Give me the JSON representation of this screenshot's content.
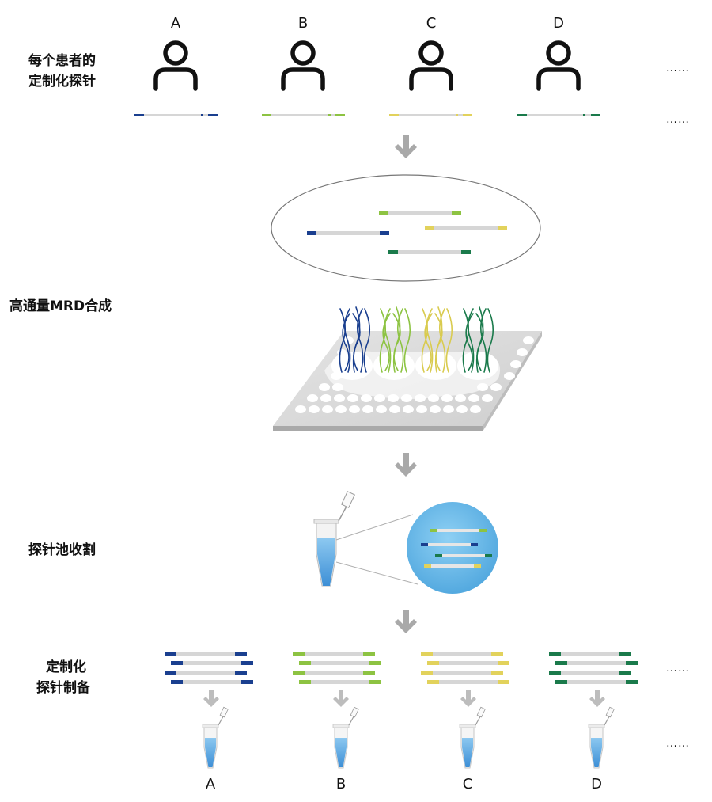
{
  "stages": {
    "patient_probes": [
      "每个患者的",
      "定制化探针"
    ],
    "synthesis": "高通量MRD合成",
    "harvest": "探针池收割",
    "prep": [
      "定制化",
      "探针制备"
    ]
  },
  "patients": [
    {
      "label": "A",
      "color": "#1a3f8f"
    },
    {
      "label": "B",
      "color": "#8dc342"
    },
    {
      "label": "C",
      "color": "#e2d25c"
    },
    {
      "label": "D",
      "color": "#1a7a4b"
    }
  ],
  "ellipsis": "……",
  "icons": [
    "person-icon",
    "arrow-down-icon",
    "microarray-plate-icon",
    "microtube-icon",
    "magnifier-circle-icon"
  ]
}
